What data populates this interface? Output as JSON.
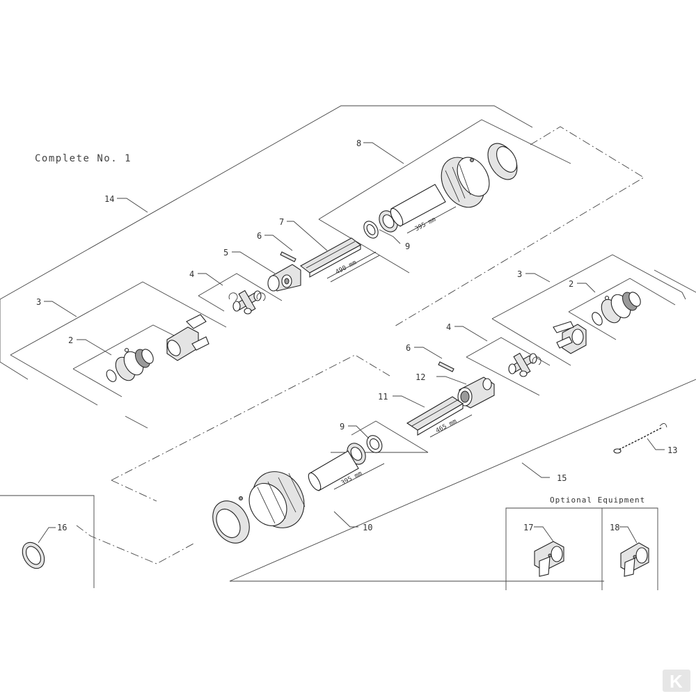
{
  "diagram": {
    "title": "Complete No. 1",
    "optional_heading": "Optional Equipment",
    "callouts": {
      "c14": "14",
      "c8": "8",
      "c7": "7",
      "c6a": "6",
      "c5": "5",
      "c9a": "9",
      "c4a": "4",
      "c3a": "3",
      "c2a": "2",
      "c3b": "3",
      "c2b": "2",
      "c4b": "4",
      "c6b": "6",
      "c12": "12",
      "c11": "11",
      "c9b": "9",
      "c13": "13",
      "c15": "15",
      "c10": "10",
      "c16": "16",
      "c17": "17",
      "c18": "18"
    },
    "dimensions": {
      "d490": "490 mm",
      "d395a": "395 mm",
      "d465": "465 mm",
      "d395b": "395 mm"
    }
  },
  "brand": {
    "logo_text": "K",
    "logo_color": "#e6e6e6"
  }
}
